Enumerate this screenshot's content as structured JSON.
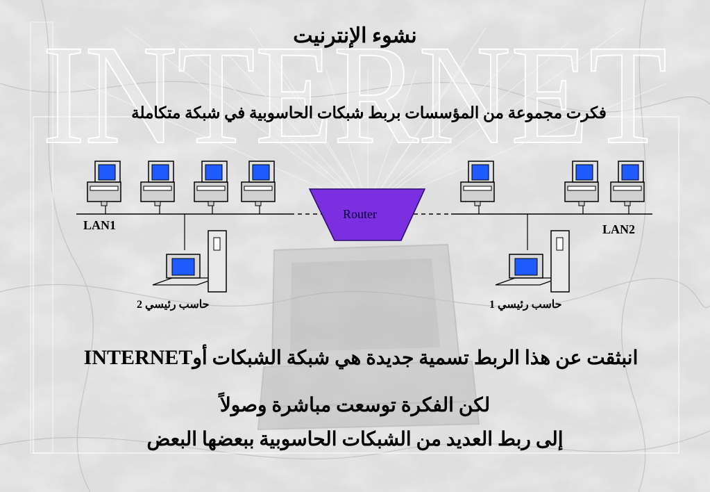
{
  "slide": {
    "watermark": "INTERNET",
    "title": "نشوء الإنترنيت",
    "subtitle": "فكرت مجموعة من المؤسسات بربط شبكات الحاسوبية في شبكة متكاملة",
    "diagram": {
      "router_label": "Router",
      "lan1_label": "LAN1",
      "lan2_label": "LAN2",
      "mainframe1_label": "حاسب رئيسي 1",
      "mainframe2_label": "حاسب رئيسي 2"
    },
    "line1_ar": "انبثقت عن هذا الربط تسمية جديدة هي شبكة الشبكات أو",
    "line1_en": "INTERNET",
    "line2": "لكن الفكرة توسعت مباشرة وصولاً",
    "line3": "إلى ربط العديد من الشبكات الحاسوبية ببعضها البعض"
  },
  "colors": {
    "background": "#d9d9d9",
    "router_fill": "#7b2fe0",
    "screen": "#1e5bff",
    "text": "#000000"
  }
}
